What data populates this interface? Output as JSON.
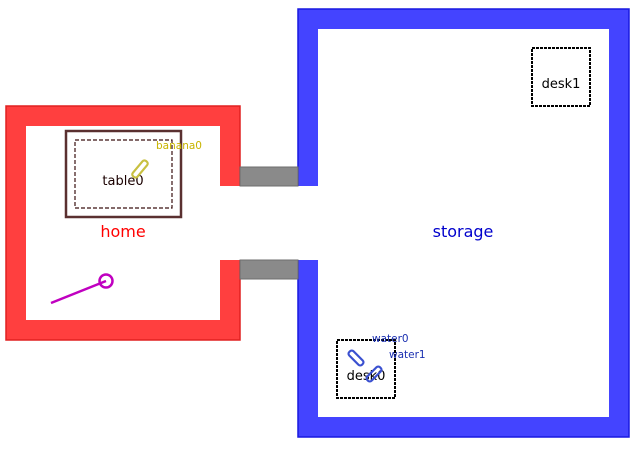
{
  "rooms": {
    "home": {
      "label": "home",
      "color": "#ff2020"
    },
    "storage": {
      "label": "storage",
      "color": "#1a1aff"
    }
  },
  "furniture": {
    "table0": "table0",
    "desk0": "desk0",
    "desk1": "desk1"
  },
  "objects": {
    "banana0": {
      "label": "banana0",
      "color": "#c8b400"
    },
    "water0": {
      "label": "water0",
      "color": "#2a3fd0"
    },
    "water1": {
      "label": "water1",
      "color": "#2a3fd0"
    }
  },
  "agent": {
    "color": "#c000c0"
  },
  "corridor": {
    "color": "#808080"
  }
}
